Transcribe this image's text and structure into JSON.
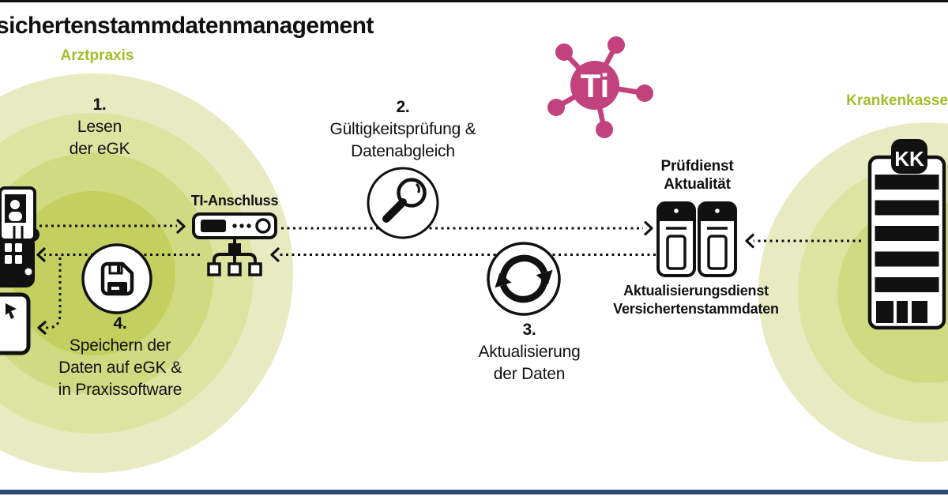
{
  "title": "sichertenstammdatenmanagement",
  "zones": {
    "practice": "Arztpraxis",
    "insurer": "Krankenkasse"
  },
  "steps": [
    {
      "num": "1.",
      "lines": [
        "Lesen",
        "der eGK"
      ]
    },
    {
      "num": "2.",
      "lines": [
        "Gültigkeitsprüfung &",
        "Datenabgleich"
      ]
    },
    {
      "num": "3.",
      "lines": [
        "Aktualisierung",
        "der Daten"
      ]
    },
    {
      "num": "4.",
      "lines": [
        "Speichern der",
        "Daten auf eGK &",
        "in Praxissoftware"
      ]
    }
  ],
  "nodes": {
    "ti_connector": "TI-Anschluss",
    "ti_logo": "Ti",
    "check_service_line1": "Prüfdienst",
    "check_service_line2": "Aktualität",
    "update_service_line1": "Aktualisierungsdienst",
    "update_service_line2": "Versichertenstammdaten",
    "insurer_badge": "KK"
  },
  "icons": {
    "read": "card-reader-with-egk",
    "save": "floppy-disk",
    "check": "magnifier",
    "update": "sync-arrows",
    "connector": "router-with-network-splitter",
    "services": "server-towers",
    "insurer": "kk-building",
    "network": "ti-molecule",
    "software": "practice-software-window"
  },
  "colors": {
    "brand_green": "#a5bc28",
    "ring_greens": [
      "#e8ebc2",
      "#dde4a2",
      "#cfda81",
      "#c3cf5e"
    ],
    "brand_pink": "#c2427d",
    "footer_navy": "#2a4a73",
    "line_black": "#111111"
  }
}
